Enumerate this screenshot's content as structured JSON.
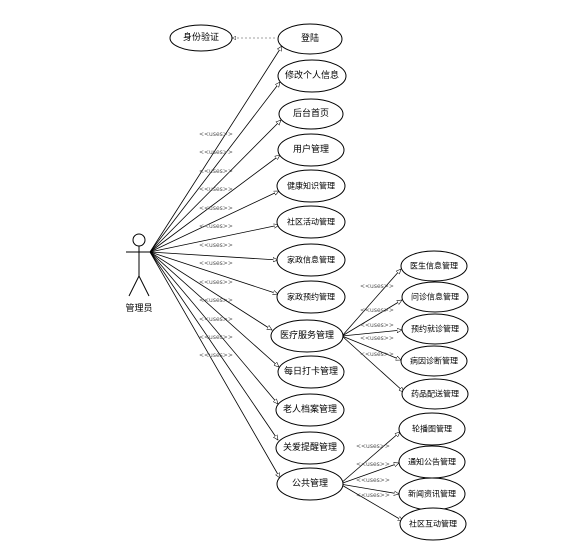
{
  "actor": {
    "name": "管理员"
  },
  "stereotype": "<<uses>>",
  "use_cases": {
    "auth": "身份验证",
    "login": "登陆",
    "edit_profile": "修改个人信息",
    "backend_home": "后台首页",
    "user_mgmt": "用户管理",
    "health_knowledge": "健康知识管理",
    "community_events": "社区活动管理",
    "housekeeping_info": "家政信息管理",
    "housekeeping_booking": "家政预约管理",
    "medical_service": "医疗服务管理",
    "daily_checkin": "每日打卡管理",
    "elder_records": "老人档案管理",
    "care_reminder": "关爱提醒管理",
    "public_mgmt": "公共管理",
    "doctor_info": "医生信息管理",
    "consultation_info": "问诊信息管理",
    "appointment": "预约就诊管理",
    "diagnosis": "病因诊断管理",
    "medicine_delivery": "药品配送管理",
    "carousel": "轮播图管理",
    "notice": "通知公告管理",
    "news": "新闻资讯管理",
    "community_interaction": "社区互动管理"
  }
}
